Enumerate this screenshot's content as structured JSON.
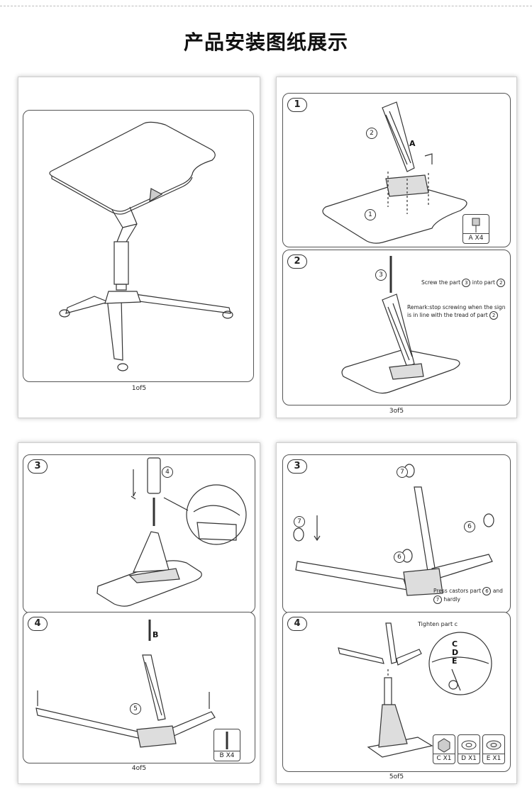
{
  "title": "产品安装图纸展示",
  "sheets": [
    {
      "page": "1of5"
    },
    {
      "page": "3of5",
      "panels": [
        {
          "step": "1",
          "callouts": [
            "2",
            "1"
          ],
          "letter": "A",
          "part_label": "A  X4"
        },
        {
          "step": "2",
          "callout": "3",
          "note1_a": "Screw the part",
          "note1_part": "3",
          "note1_b": "into part",
          "note1_part2": "2",
          "note2_a": "Remark:stop screwing when the sign",
          "note2_b": "is in line with the tread of part",
          "note2_part": "2"
        }
      ]
    },
    {
      "page": "",
      "panels": [
        {
          "step": "3",
          "callout": "4"
        },
        {
          "step": "4",
          "letter": "B",
          "callout": "5",
          "part_label": "B  X4"
        }
      ],
      "page_bottom": "4of5"
    },
    {
      "page": "5of5",
      "panels": [
        {
          "step": "3",
          "callouts": [
            "7",
            "7",
            "6",
            "6"
          ],
          "note_a": "Press castors part",
          "note_part1": "6",
          "note_and": "and",
          "note_part2": "7",
          "note_b": "hardly"
        },
        {
          "step": "4",
          "note": "Tighten part c",
          "letters": [
            "C",
            "D",
            "E"
          ],
          "parts": [
            "C  X1",
            "D  X1",
            "E  X1"
          ]
        }
      ]
    }
  ]
}
